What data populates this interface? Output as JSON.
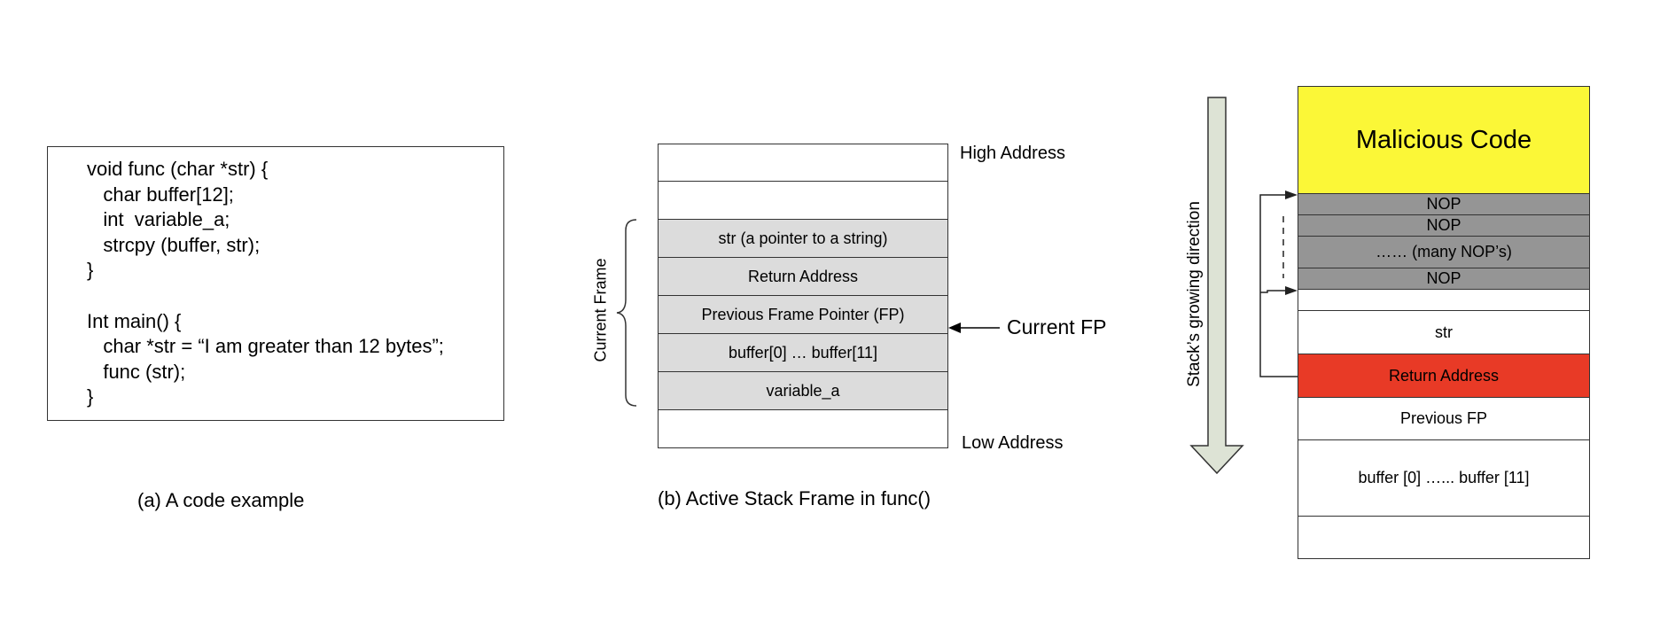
{
  "code_example": {
    "lines": [
      "void func (char *str) {",
      "   char buffer[12];",
      "   int  variable_a;",
      "   strcpy (buffer, str);",
      "}",
      "",
      "Int main() {",
      "   char *str = “I am greater than 12 bytes”;",
      "   func (str);",
      "}"
    ],
    "caption": "(a) A code example"
  },
  "stack_frame": {
    "cells": [
      {
        "label": "",
        "shaded": false
      },
      {
        "label": "",
        "shaded": false
      },
      {
        "label": "str (a pointer to a string)",
        "shaded": true
      },
      {
        "label": "Return Address",
        "shaded": true
      },
      {
        "label": "Previous Frame Pointer (FP)",
        "shaded": true
      },
      {
        "label": "buffer[0] … buffer[11]",
        "shaded": true
      },
      {
        "label": "variable_a",
        "shaded": true
      },
      {
        "label": "",
        "shaded": false
      }
    ],
    "high_address": "High Address",
    "low_address": "Low Address",
    "current_frame": "Current Frame",
    "current_fp": "Current FP",
    "caption": "(b) Active Stack Frame in func()"
  },
  "attack_stack": {
    "growing_direction": "Stack’s growing direction",
    "cells": [
      {
        "label": "Malicious Code",
        "color": "#fbf737",
        "large": true
      },
      {
        "label": "NOP",
        "color": "#959595"
      },
      {
        "label": "NOP",
        "color": "#959595"
      },
      {
        "label": "…… (many NOP’s)",
        "color": "#959595"
      },
      {
        "label": "NOP",
        "color": "#959595"
      },
      {
        "label": "",
        "color": "#ffffff"
      },
      {
        "label": "str",
        "color": "#ffffff"
      },
      {
        "label": "Return Address",
        "color": "#e83a26"
      },
      {
        "label": "Previous FP",
        "color": "#ffffff"
      },
      {
        "label": "buffer [0] …... buffer [11]",
        "color": "#ffffff"
      },
      {
        "label": "",
        "color": "#ffffff"
      }
    ]
  }
}
